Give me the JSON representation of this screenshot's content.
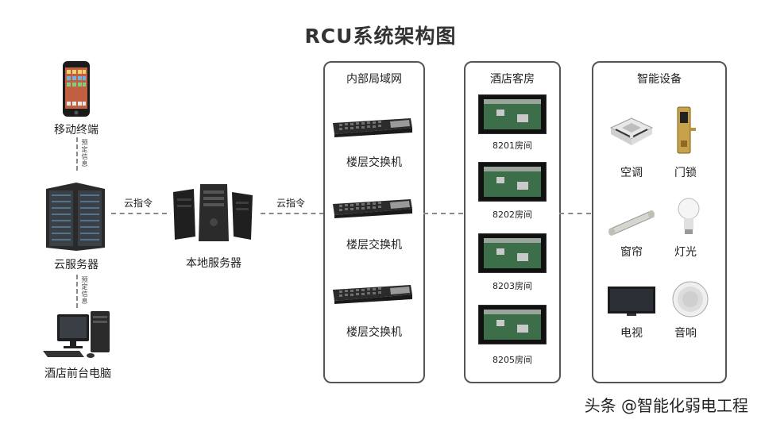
{
  "title": "RCU系统架构图",
  "nodes": {
    "mobile": "移动终端",
    "cloud_server": "云服务器",
    "front_desk_pc": "酒店前台电脑",
    "local_server": "本地服务器"
  },
  "vertical_notes": {
    "top": "预定信息",
    "bottom": "预定信息"
  },
  "links": {
    "cloud_cmd_left": "云指令",
    "cloud_cmd_right": "云指令"
  },
  "lan": {
    "title": "内部局域网",
    "switches": [
      "楼层交换机",
      "楼层交换机",
      "楼层交换机"
    ]
  },
  "rooms": {
    "title": "酒店客房",
    "items": [
      "8201房间",
      "8202房间",
      "8203房间",
      "8205房间"
    ]
  },
  "devices": {
    "title": "智能设备",
    "items": [
      {
        "label": "空调",
        "icon": "air-conditioner-icon"
      },
      {
        "label": "门锁",
        "icon": "door-lock-icon"
      },
      {
        "label": "窗帘",
        "icon": "curtain-icon"
      },
      {
        "label": "灯光",
        "icon": "light-bulb-icon"
      },
      {
        "label": "电视",
        "icon": "tv-icon"
      },
      {
        "label": "音响",
        "icon": "speaker-icon"
      }
    ]
  },
  "watermark": "头条 @智能化弱电工程"
}
